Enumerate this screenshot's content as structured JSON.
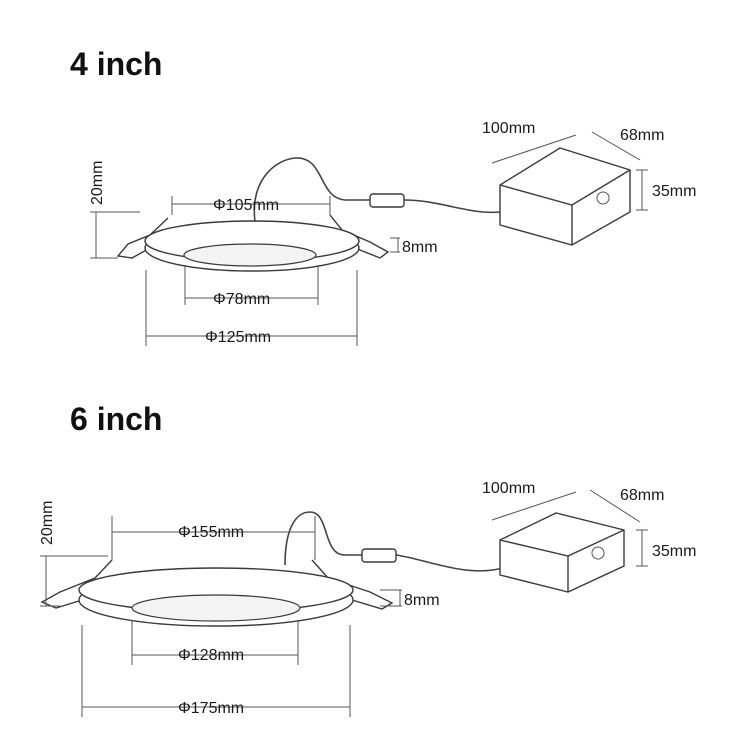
{
  "sections": [
    {
      "title": "4 inch",
      "dims": {
        "height": "20mm",
        "outer_dia": "Φ125mm",
        "cutout_dia": "Φ105mm",
        "inner_dia": "Φ78mm",
        "thickness": "8mm",
        "box_length": "100mm",
        "box_width": "68mm",
        "box_height": "35mm"
      }
    },
    {
      "title": "6 inch",
      "dims": {
        "height": "20mm",
        "outer_dia": "Φ175mm",
        "cutout_dia": "Φ155mm",
        "inner_dia": "Φ128mm",
        "thickness": "8mm",
        "box_length": "100mm",
        "box_width": "68mm",
        "box_height": "35mm"
      }
    }
  ]
}
